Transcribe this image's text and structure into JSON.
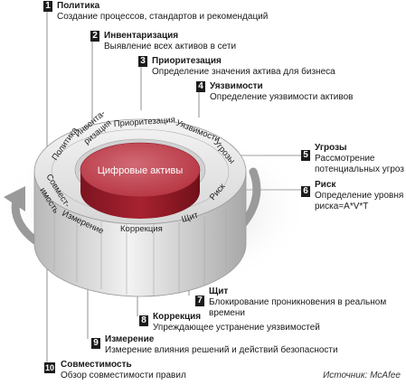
{
  "core_label": "Цифровые активы",
  "ring_labels": [
    "Политика",
    "Инвента-",
    "ризация",
    "Приоритезация",
    "Уязвимости",
    "Угрозы",
    "Риск",
    "Щит",
    "Коррекция",
    "Измерение",
    "Совмест-",
    "имость"
  ],
  "steps": [
    {
      "num": "1",
      "title": "Политика",
      "desc": "Создание процессов, стандартов и рекомендаций"
    },
    {
      "num": "2",
      "title": "Инвентаризация",
      "desc": "Выявление всех активов в сети"
    },
    {
      "num": "3",
      "title": "Приоритезация",
      "desc": "Определение значения актива для бизнеса"
    },
    {
      "num": "4",
      "title": "Уязвимости",
      "desc": "Определение уязвимости активов"
    },
    {
      "num": "5",
      "title": "Угрозы",
      "desc": "Рассмотрение",
      "desc2": "потенциальных угроз"
    },
    {
      "num": "6",
      "title": "Риск",
      "desc": "Определение уровня",
      "desc2": "риска=A*V*T"
    },
    {
      "num": "7",
      "title": "Щит",
      "desc": "Блокирование проникновения в реальном",
      "desc2": "времени"
    },
    {
      "num": "8",
      "title": "Коррекция",
      "desc": "Упреждающее устранение уязвимостей"
    },
    {
      "num": "9",
      "title": "Измерение",
      "desc": "Измерение влияния решений и действий безопасности"
    },
    {
      "num": "10",
      "title": "Совместимость",
      "desc": "Обзор совместимости правил"
    }
  ],
  "source": "Источник: McAfee",
  "colors": {
    "core": "#b0202e",
    "core_top": "#c9505c",
    "ring": "#dcdcdc",
    "badge": "#1c1c1c"
  }
}
